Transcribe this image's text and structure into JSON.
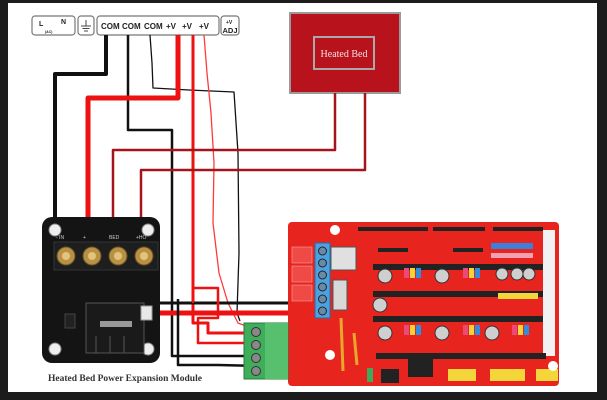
{
  "diagram": {
    "title": "RAMPS 1.4 heated bed MOSFET module wiring",
    "power_supply_terminals": {
      "ac_group": {
        "L": "L",
        "N": "N",
        "sub": "(AC)"
      },
      "ground_symbol": "ground-icon",
      "outputs": [
        "COM",
        "COM",
        "COM",
        "+V",
        "+V",
        "+V"
      ],
      "adjust": {
        "top": "+V",
        "bottom": "ADJ"
      }
    },
    "heated_bed": {
      "label": "Heated Bed",
      "color": "#b8131c",
      "border": "#9a9a9a"
    },
    "mosfet_module": {
      "caption": "Heated Bed Power Expansion Module",
      "terminal_labels": [
        "- IN",
        "+",
        "BED",
        "+HO"
      ]
    },
    "ramps_board": {
      "color": "#e8241f",
      "terminal_block_color": "#4aa3e0",
      "power_connector_color": "#3fae5a"
    },
    "wire_colors": {
      "black": "#111111",
      "red": "#ee1111",
      "dark_red": "#a3141b",
      "sketch_red": "#ff3a3a"
    }
  }
}
